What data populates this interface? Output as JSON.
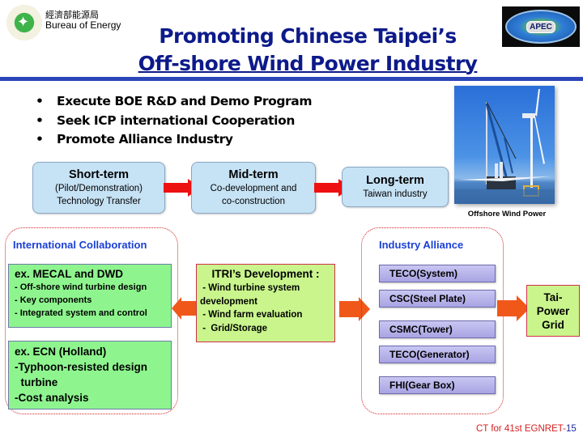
{
  "header": {
    "org_name_cn": "經濟部能源局",
    "org_name_en": "Bureau of Energy",
    "title_line1": "Promoting Chinese Taipei’s",
    "title_line2": "Off-shore Wind Power Industry",
    "apec_logo_text": "APEC",
    "rule_color": "#2b46b8",
    "title_color": "#0d1a8a"
  },
  "bullets": [
    {
      "marker": "•",
      "text": "Execute BOE R&D and Demo Program"
    },
    {
      "marker": "•",
      "text": "Seek ICP international Cooperation"
    },
    {
      "marker": "•",
      "text": "Promote Alliance Industry"
    }
  ],
  "photo": {
    "caption": "Offshore Wind Power"
  },
  "phases": [
    {
      "title": "Short-term",
      "lines": [
        "(Pilot/Demonstration)",
        "Technology Transfer"
      ]
    },
    {
      "title": "Mid-term",
      "lines": [
        "Co-development and",
        "co-construction"
      ]
    },
    {
      "title": "Long-term",
      "lines": [
        "Taiwan industry"
      ]
    }
  ],
  "international": {
    "title": "International Collaboration",
    "boxes": [
      {
        "title": "ex. MECAL and DWD",
        "lines": [
          "- Off-shore wind turbine design",
          "- Key components",
          "- Integrated system and control"
        ]
      },
      {
        "title": "ex. ECN (Holland)",
        "lines": [
          "-Typhoon-resisted design",
          "  turbine",
          "-Cost analysis"
        ]
      }
    ]
  },
  "itri": {
    "title": "ITRI’s Development :",
    "lines": [
      " - Wind turbine system",
      "development",
      " - Wind farm evaluation",
      " -  Grid/Storage"
    ]
  },
  "industry": {
    "title": "Industry Alliance",
    "items": [
      "TECO(System)",
      "CSC(Steel Plate)",
      "CSMC(Tower)",
      "TECO(Generator)",
      "FHI(Gear Box)"
    ]
  },
  "grid": {
    "lines": [
      "Tai-",
      "Power",
      "Grid"
    ]
  },
  "footer": {
    "text": "CT for 41st EGNRET-",
    "page": "15"
  },
  "colors": {
    "phase_arrow": "#ee1111",
    "flow_arrow": "#f0581a",
    "group_border": "#d52020",
    "group_title": "#1a3fd6",
    "green_box": "#8ef58e",
    "lime_box": "#c9f58c",
    "alliance_box": "#b5b1ea",
    "phase_box": "#c6e2f5"
  }
}
